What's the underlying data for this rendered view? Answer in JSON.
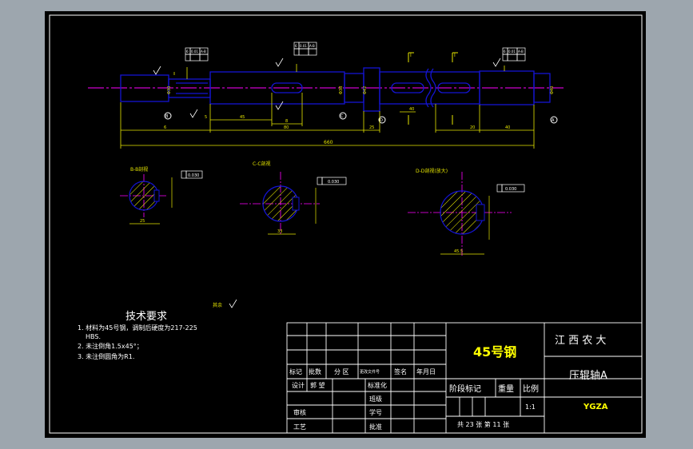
{
  "colors": {
    "background": "#9da6ae",
    "paper": "#000000",
    "frame": "#ffffff",
    "outline": "#1414d2",
    "dimension": "#e6e600",
    "centerline": "#ff00ff",
    "hatch": "#ffff00",
    "annotation": "#ffffff"
  },
  "notes": {
    "title": "技术要求",
    "line1": "1. 材料为45号钢，调制后硬度为217-225",
    "line2": "HBS.",
    "line3": "2. 未注倒角1.5x45°；",
    "line4": "3. 未注倒圆角为R1."
  },
  "rough_remainder": "其余",
  "titleblock": {
    "material": "45号钢",
    "school": "江 西 农 大",
    "part_name": "压辊轴A",
    "drawing_code": "YGZA",
    "rev_labels": [
      "标记",
      "批数",
      "分 区",
      "更改文件号",
      "签名",
      "年月日"
    ],
    "design": "设计",
    "design_name": "郭 望",
    "std": "标准化",
    "class": "班级",
    "review": "审核",
    "student_no": "学号",
    "process": "工艺",
    "approve": "批准",
    "stage_mark": "阶段标记",
    "weight": "重量",
    "scale": "比例",
    "scale_value": "1:1",
    "sheet_info": "共 23 张  第 11 张"
  },
  "shaft": {
    "overall_length": "660",
    "dims_bottom": [
      "6",
      "5",
      "8",
      "45",
      "80",
      "25",
      "40",
      "20",
      "40"
    ],
    "diameters": [
      "Φ30",
      "Φ38",
      "Φ42",
      "Φ40"
    ],
    "section_labels": [
      "B",
      "C",
      "D",
      "A"
    ],
    "cut_marks": [
      "I",
      "I"
    ],
    "tol_frames": [
      [
        "6",
        "0.01",
        "A-B"
      ],
      [
        "6",
        "0.01",
        "A-B"
      ],
      [
        "6",
        "0.01",
        "A-B"
      ]
    ]
  },
  "sections": [
    {
      "title": "B-B剖视",
      "tol": "0.030",
      "dim": "25"
    },
    {
      "title": "C-C剖视",
      "tol": "0.030",
      "dim": "33"
    },
    {
      "title": "D-D剖视(放大)",
      "tol": "0.030",
      "dim": "45.5"
    }
  ]
}
